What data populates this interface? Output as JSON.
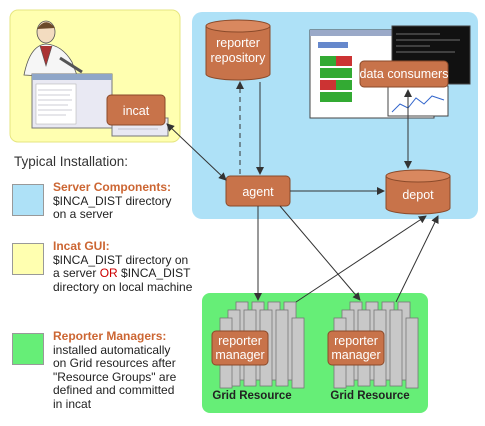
{
  "nodes": {
    "incat": "incat",
    "reporter_repository": [
      "reporter",
      "repository"
    ],
    "data_consumers": "data consumers",
    "agent": "agent",
    "depot": "depot",
    "reporter_manager": [
      "reporter",
      "manager"
    ],
    "grid_resource": "Grid Resource"
  },
  "legend": {
    "title": "Typical Installation:",
    "items": [
      {
        "heading": "Server Components:",
        "lines": [
          "$INCA_DIST directory",
          "on a server"
        ],
        "color": "#aee1f7"
      },
      {
        "heading": "Incat GUI:",
        "lines_before_or": "$INCA_DIST directory on a server",
        "or_word": "OR",
        "lines_after_or": "$INCA_DIST directory on local machine",
        "color": "#ffffb0"
      },
      {
        "heading": "Reporter Managers:",
        "lines": [
          "installed automatically",
          "on Grid resources after",
          "\"Resource Groups\" are",
          "defined and committed",
          "in incat"
        ],
        "color": "#66ee77"
      }
    ]
  },
  "colors": {
    "server_region": "#aee1f7",
    "incat_region": "#ffffb0",
    "grid_region": "#66ee77",
    "component_fill": "#c8734a",
    "component_stroke": "#8a4a2a",
    "heading_text": "#cc6633"
  }
}
